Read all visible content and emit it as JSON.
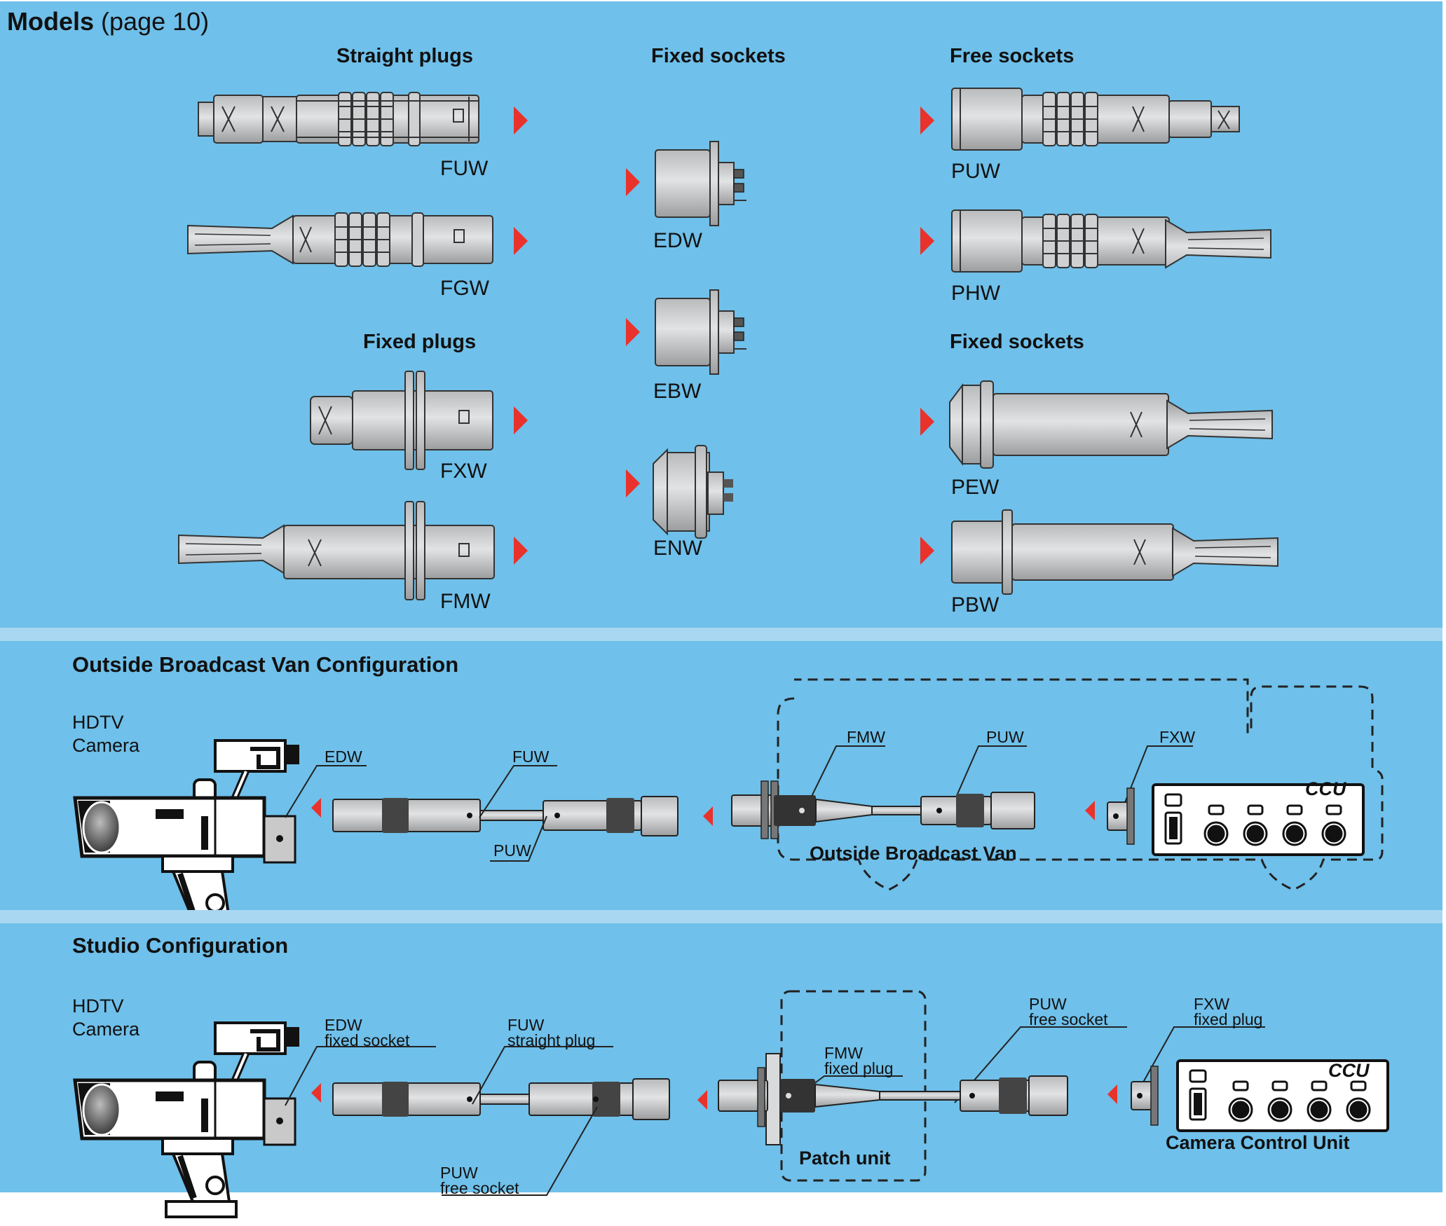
{
  "models": {
    "title": "Models",
    "title_sub": "(page 10)",
    "headers": {
      "straight_plugs": "Straight plugs",
      "fixed_sockets_center": "Fixed sockets",
      "free_sockets": "Free sockets",
      "fixed_plugs": "Fixed plugs",
      "fixed_sockets_right": "Fixed sockets"
    },
    "left": [
      "FUW",
      "FGW",
      "FXW",
      "FMW"
    ],
    "center": [
      "EDW",
      "EBW",
      "ENW"
    ],
    "right": [
      "PUW",
      "PHW",
      "PEW",
      "PBW"
    ]
  },
  "ob_config": {
    "title": "Outside Broadcast Van Configuration",
    "camera_line1": "HDTV",
    "camera_line2": "Camera",
    "labels": {
      "edw": "EDW",
      "fuw": "FUW",
      "puw_bottom": "PUW",
      "fmw": "FMW",
      "puw": "PUW",
      "fxw": "FXW"
    },
    "van_label": "Outside Broadcast Van",
    "ccu_label": "CCU"
  },
  "studio_config": {
    "title": "Studio Configuration",
    "camera_line1": "HDTV",
    "camera_line2": "Camera",
    "labels": {
      "edw": "EDW",
      "edw_desc": "fixed socket",
      "fuw": "FUW",
      "fuw_desc": "straight plug",
      "puw_bottom": "PUW",
      "puw_bottom_desc": "free socket",
      "fmw": "FMW",
      "fmw_desc": "fixed plug",
      "puw": "PUW",
      "puw_desc": "free socket",
      "fxw": "FXW",
      "fxw_desc": "fixed plug"
    },
    "patch_label": "Patch unit",
    "ccu_label": "CCU",
    "ccu_caption": "Camera Control Unit"
  },
  "colors": {
    "background": "#6fc0ea",
    "separator": "#a9d7f1",
    "arrow": "#e8322b",
    "connector": "#d2d3d5"
  }
}
